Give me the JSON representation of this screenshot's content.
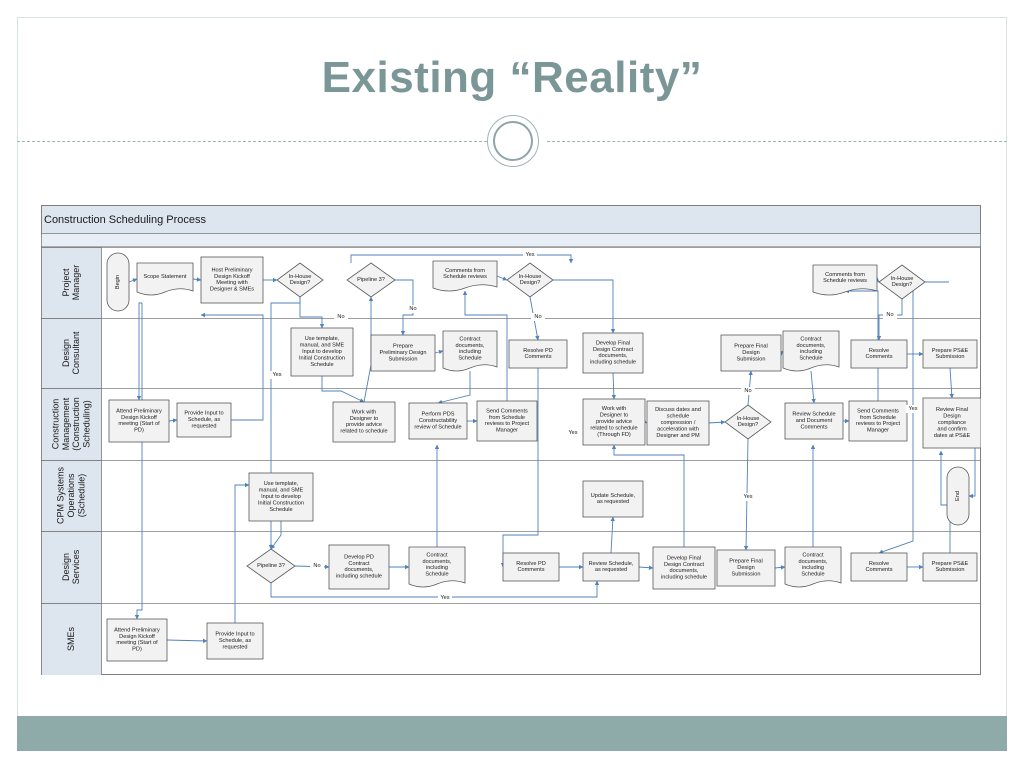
{
  "slide": {
    "title": "Existing “Reality”"
  },
  "diagram": {
    "header": "Construction Scheduling Process",
    "lanes": [
      {
        "id": "pm",
        "lines": [
          "Project",
          "Manager"
        ]
      },
      {
        "id": "dc",
        "lines": [
          "Design",
          "Consultant"
        ]
      },
      {
        "id": "cm",
        "lines": [
          "Construction",
          "Management",
          "(Construction",
          "Scheduling)"
        ]
      },
      {
        "id": "cpm",
        "lines": [
          "CPM Systems",
          "Operations",
          "(Schedule)"
        ]
      },
      {
        "id": "ds",
        "lines": [
          "Design",
          "Services"
        ]
      },
      {
        "id": "sme",
        "lines": [
          "SMEs"
        ]
      }
    ],
    "nodes": [
      {
        "id": "begin",
        "kind": "terminal",
        "lines": [
          "Begin"
        ]
      },
      {
        "id": "scope",
        "kind": "doc",
        "lines": [
          "Scope Statement"
        ]
      },
      {
        "id": "kickoff",
        "kind": "process",
        "lines": [
          "Host Preliminary",
          "Design Kickoff",
          "Meeting with",
          "Designer & SMEs"
        ]
      },
      {
        "id": "inhouse1",
        "kind": "decision",
        "lines": [
          "In-House",
          "Design?"
        ]
      },
      {
        "id": "pipeline1",
        "kind": "decision",
        "lines": [
          "Pipeline 3?"
        ]
      },
      {
        "id": "comments1",
        "kind": "doc",
        "lines": [
          "Comments from",
          "Schedule reviews"
        ]
      },
      {
        "id": "inhouse2",
        "kind": "decision",
        "lines": [
          "In-House",
          "Design?"
        ]
      },
      {
        "id": "comments2",
        "kind": "doc",
        "lines": [
          "Comments from",
          "Schedule reviews"
        ]
      },
      {
        "id": "inhouse3",
        "kind": "decision",
        "lines": [
          "In-House",
          "Design?"
        ]
      },
      {
        "id": "dc_template",
        "kind": "process",
        "lines": [
          "Use template,",
          "manual, and SME",
          "Input to develop",
          "Initial Construction",
          "Schedule"
        ]
      },
      {
        "id": "prep_prelim",
        "kind": "process",
        "lines": [
          "Prepare",
          "Preliminary Design",
          "Submission"
        ]
      },
      {
        "id": "dc_contract1",
        "kind": "doc",
        "lines": [
          "Contract",
          "documents,",
          "including",
          "Schedule"
        ]
      },
      {
        "id": "resolve_pd",
        "kind": "process",
        "lines": [
          "Resolve PD",
          "Comments"
        ]
      },
      {
        "id": "develop_final",
        "kind": "process",
        "lines": [
          "Develop Final",
          "Design Contract",
          "documents,",
          "including schedule"
        ]
      },
      {
        "id": "prep_final",
        "kind": "process",
        "lines": [
          "Prepare Final",
          "Design",
          "Submission"
        ]
      },
      {
        "id": "dc_contract2",
        "kind": "doc",
        "lines": [
          "Contract",
          "documents,",
          "including",
          "Schedule"
        ]
      },
      {
        "id": "dc_resolve",
        "kind": "process",
        "lines": [
          "Resolve",
          "Comments"
        ]
      },
      {
        "id": "dc_pse",
        "kind": "process",
        "lines": [
          "Prepare PS&E",
          "Submission"
        ]
      },
      {
        "id": "cm_attend",
        "kind": "process",
        "lines": [
          "Attend Preliminary",
          "Design Kickoff",
          "meeting (Start of",
          "PD)"
        ]
      },
      {
        "id": "cm_input",
        "kind": "process",
        "lines": [
          "Provide Input to",
          "Schedule, as",
          "requested"
        ]
      },
      {
        "id": "cm_work1",
        "kind": "process",
        "lines": [
          "Work with",
          "Designer to",
          "provide advice",
          "related to schedule"
        ]
      },
      {
        "id": "cm_pds",
        "kind": "process",
        "lines": [
          "Perform PDS",
          "Constructability",
          "review of Schedule"
        ]
      },
      {
        "id": "cm_send1",
        "kind": "process",
        "lines": [
          "Send Comments",
          "from Schedule",
          "reviews to Project",
          "Manager"
        ]
      },
      {
        "id": "cm_work2",
        "kind": "process",
        "lines": [
          "Work with",
          "Designer to",
          "provide advice",
          "related to schedule",
          "(Through FD)"
        ]
      },
      {
        "id": "cm_discuss",
        "kind": "process",
        "lines": [
          "Discuss dates and",
          "schedule",
          "compression /",
          "acceleration with",
          "Designer and PM"
        ]
      },
      {
        "id": "cm_inhouse",
        "kind": "decision",
        "lines": [
          "In-House",
          "Design?"
        ]
      },
      {
        "id": "cm_review",
        "kind": "process",
        "lines": [
          "Review Schedule",
          "and Document",
          "Comments"
        ]
      },
      {
        "id": "cm_send2",
        "kind": "process",
        "lines": [
          "Send Comments",
          "from Schedule",
          "reviews to Project",
          "Manager"
        ]
      },
      {
        "id": "cm_final",
        "kind": "process",
        "lines": [
          "Review Final",
          "Design",
          "compliance",
          "and confirm",
          "dates at PS&E"
        ]
      },
      {
        "id": "cpm_template",
        "kind": "process",
        "lines": [
          "Use template,",
          "manual, and SME",
          "Input to develop",
          "Initial Construction",
          "Schedule"
        ]
      },
      {
        "id": "cpm_update",
        "kind": "process",
        "lines": [
          "Update Schedule,",
          "as requested"
        ]
      },
      {
        "id": "end",
        "kind": "terminal",
        "lines": [
          "End"
        ]
      },
      {
        "id": "ds_pipeline",
        "kind": "decision",
        "lines": [
          "Pipeline 3?"
        ]
      },
      {
        "id": "ds_develop",
        "kind": "process",
        "lines": [
          "Develop PD",
          "Contract",
          "documents,",
          "including schedule"
        ]
      },
      {
        "id": "ds_contract1",
        "kind": "doc",
        "lines": [
          "Contract",
          "documents,",
          "including",
          "Schedule"
        ]
      },
      {
        "id": "ds_resolve_pd",
        "kind": "process",
        "lines": [
          "Resolve PD",
          "Comments"
        ]
      },
      {
        "id": "ds_review",
        "kind": "process",
        "lines": [
          "Review Schedule,",
          "as requested"
        ]
      },
      {
        "id": "ds_develop_final",
        "kind": "process",
        "lines": [
          "Develop Final",
          "Design Contract",
          "documents,",
          "including schedule"
        ]
      },
      {
        "id": "ds_prep_final",
        "kind": "process",
        "lines": [
          "Prepare Final",
          "Design",
          "Submission"
        ]
      },
      {
        "id": "ds_contract2",
        "kind": "doc",
        "lines": [
          "Contract",
          "documents,",
          "including",
          "Schedule"
        ]
      },
      {
        "id": "ds_resolve",
        "kind": "process",
        "lines": [
          "Resolve",
          "Comments"
        ]
      },
      {
        "id": "ds_pse",
        "kind": "process",
        "lines": [
          "Prepare PS&E",
          "Submission"
        ]
      },
      {
        "id": "sme_attend",
        "kind": "process",
        "lines": [
          "Attend Preliminary",
          "Design Kickoff",
          "meeting (Start of",
          "PD)"
        ]
      },
      {
        "id": "sme_input",
        "kind": "process",
        "lines": [
          "Provide Input to",
          "Schedule, as",
          "requested"
        ]
      }
    ],
    "edge_labels": [
      {
        "id": "yes_top",
        "text": "Yes"
      },
      {
        "id": "no_inhouse1",
        "text": "No"
      },
      {
        "id": "yes_inhouse1",
        "text": "Yes"
      },
      {
        "id": "no_pipeline1",
        "text": "No"
      },
      {
        "id": "no_inhouse2",
        "text": "No"
      },
      {
        "id": "yes_inhouse2",
        "text": "Yes"
      },
      {
        "id": "no_inhouse3",
        "text": "No"
      },
      {
        "id": "yes_inhouse3",
        "text": "Yes"
      },
      {
        "id": "no_cm_inhouse",
        "text": "No"
      },
      {
        "id": "yes_cm_inhouse",
        "text": "Yes"
      },
      {
        "id": "no_ds_pipeline",
        "text": "No"
      },
      {
        "id": "yes_ds_pipeline",
        "text": "Yes"
      }
    ],
    "colors": {
      "line": "#4f81bd",
      "box_fill": "#f2f2f2",
      "header_fill": "#dde5ee",
      "lane_label_fill": "#dde5ee",
      "text": "#1a1a1a"
    }
  }
}
